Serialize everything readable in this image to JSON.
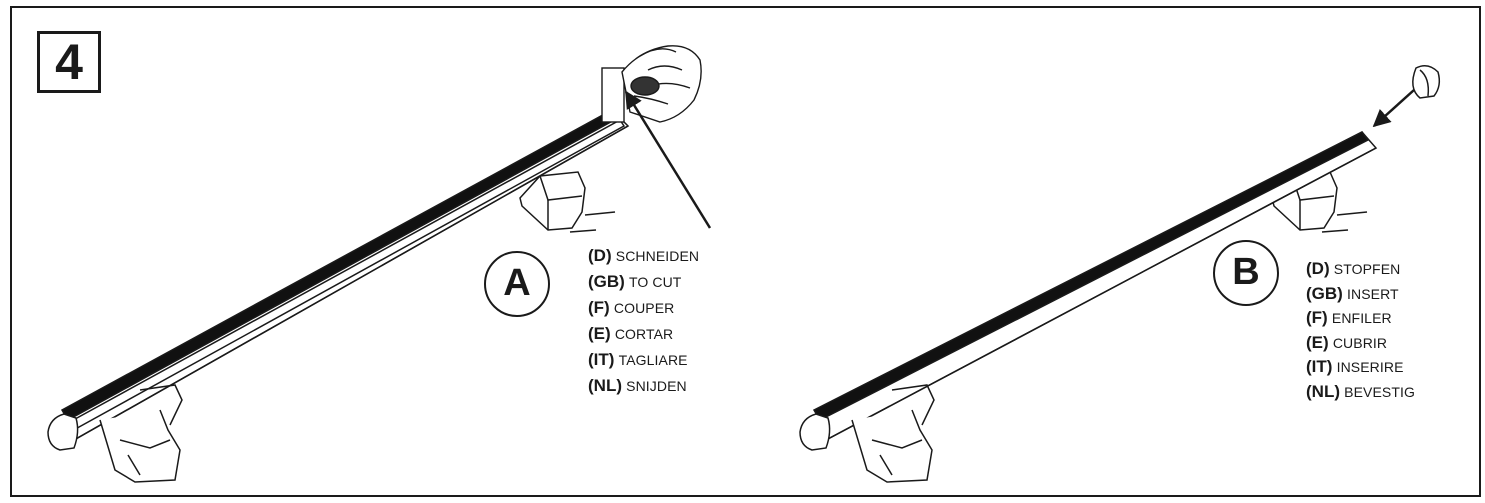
{
  "step": {
    "number": "4"
  },
  "panels": [
    {
      "label": "A",
      "instructions": [
        {
          "code": "(D)",
          "text": "SCHNEIDEN"
        },
        {
          "code": "(GB)",
          "text": "TO CUT"
        },
        {
          "code": "(F)",
          "text": "COUPER"
        },
        {
          "code": "(E)",
          "text": "CORTAR"
        },
        {
          "code": "(IT)",
          "text": "TAGLIARE"
        },
        {
          "code": "(NL)",
          "text": "SNIJDEN"
        }
      ]
    },
    {
      "label": "B",
      "instructions": [
        {
          "code": "(D)",
          "text": "STOPFEN"
        },
        {
          "code": "(GB)",
          "text": "INSERT"
        },
        {
          "code": "(F)",
          "text": "ENFILER"
        },
        {
          "code": "(E)",
          "text": "CUBRIR"
        },
        {
          "code": "(IT)",
          "text": "INSERIRE"
        },
        {
          "code": "(NL)",
          "text": "BEVESTIG"
        }
      ]
    }
  ],
  "icons": [
    "roof-bar-illustration",
    "hand-cutting-illustration",
    "end-cap-illustration",
    "arrow-icon"
  ],
  "colors": {
    "ink": "#1a1a1a",
    "paper": "#ffffff"
  }
}
